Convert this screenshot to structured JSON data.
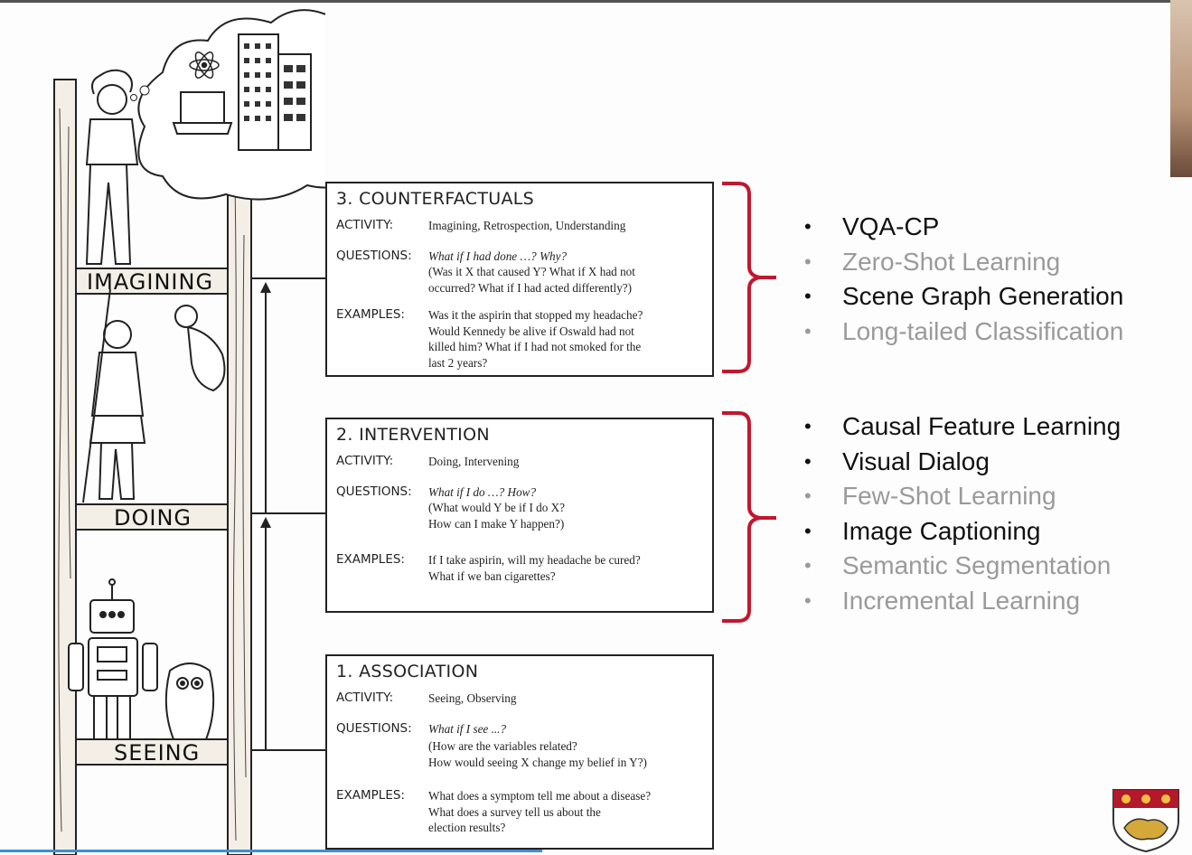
{
  "ladder": {
    "rungs": [
      {
        "label": "IMAGINING"
      },
      {
        "label": "DOING"
      },
      {
        "label": "SEEING"
      }
    ]
  },
  "boxes": [
    {
      "title": "3. COUNTERFACTUALS",
      "activity_key": "ACTIVITY:",
      "activity": "Imagining, Retrospection, Understanding",
      "questions_key": "QUESTIONS:",
      "question_lead": "What if I had done …? Why?",
      "questions": "(Was it X that caused Y? What if X had not\noccurred? What if I had acted differently?)",
      "examples_key": "EXAMPLES:",
      "examples": "Was it the aspirin that stopped my headache?\nWould Kennedy be alive if Oswald had not\nkilled him? What if I had not smoked for the\nlast 2 years?"
    },
    {
      "title": "2. INTERVENTION",
      "activity_key": "ACTIVITY:",
      "activity": "Doing, Intervening",
      "questions_key": "QUESTIONS:",
      "question_lead": "What if I do …? How?",
      "questions": "(What would Y be if I do X?\nHow can I make Y happen?)",
      "examples_key": "EXAMPLES:",
      "examples": "If I take aspirin, will my headache be cured?\nWhat if we ban cigarettes?"
    },
    {
      "title": "1. ASSOCIATION",
      "activity_key": "ACTIVITY:",
      "activity": "Seeing, Observing",
      "questions_key": "QUESTIONS:",
      "question_lead": "What if I see ...?",
      "questions": "(How are the variables related?\nHow would seeing X change my belief in Y?)",
      "examples_key": "EXAMPLES:",
      "examples": "What does a symptom tell me about a disease?\nWhat does a survey tell us about the\nelection results?"
    }
  ],
  "bullet_groups": [
    {
      "items": [
        {
          "text": "VQA-CP",
          "emphasis": "dark"
        },
        {
          "text": "Zero-Shot Learning",
          "emphasis": "light"
        },
        {
          "text": "Scene Graph Generation",
          "emphasis": "dark"
        },
        {
          "text": "Long-tailed Classification",
          "emphasis": "light"
        }
      ]
    },
    {
      "items": [
        {
          "text": "Causal Feature Learning",
          "emphasis": "dark"
        },
        {
          "text": "Visual Dialog",
          "emphasis": "dark"
        },
        {
          "text": "Few-Shot Learning",
          "emphasis": "light"
        },
        {
          "text": "Image Captioning",
          "emphasis": "dark"
        },
        {
          "text": "Semantic Segmentation",
          "emphasis": "light"
        },
        {
          "text": "Incremental Learning",
          "emphasis": "light"
        }
      ]
    }
  ],
  "bullet_symbol": "•",
  "colors": {
    "dark_text": "#111111",
    "light_text": "#9a9a9a",
    "bracket": "#c0182f"
  }
}
